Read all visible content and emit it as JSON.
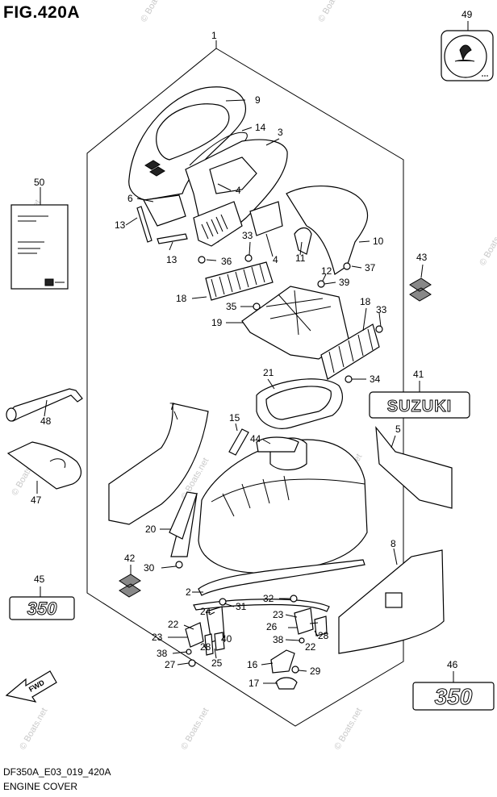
{
  "figure_title": "FIG.420A",
  "footer": {
    "code": "DF350A_E03_019_420A",
    "name": "ENGINE COVER"
  },
  "watermark": "© Boats.net",
  "callouts": {
    "c1": "1",
    "c2": "2",
    "c3": "3",
    "c4a": "4",
    "c4b": "4",
    "c5": "5",
    "c6": "6",
    "c7": "7",
    "c8": "8",
    "c9": "9",
    "c10": "10",
    "c11": "11",
    "c12": "12",
    "c13a": "13",
    "c13b": "13",
    "c14": "14",
    "c15": "15",
    "c16": "16",
    "c17": "17",
    "c18a": "18",
    "c18b": "18",
    "c19": "19",
    "c20": "20",
    "c21": "21",
    "c22a": "22",
    "c22b": "22",
    "c23a": "23",
    "c23b": "23",
    "c24": "24",
    "c25": "25",
    "c26": "26",
    "c27": "27",
    "c28a": "28",
    "c28b": "28",
    "c29": "29",
    "c30": "30",
    "c31": "31",
    "c32": "32",
    "c33a": "33",
    "c33b": "33",
    "c34": "34",
    "c35": "35",
    "c36": "36",
    "c37": "37",
    "c38a": "38",
    "c38b": "38",
    "c39": "39",
    "c40": "40",
    "c41": "41",
    "c42": "42",
    "c43": "43",
    "c44": "44",
    "c45": "45",
    "c46": "46",
    "c47": "47",
    "c48": "48",
    "c49": "49",
    "c50": "50"
  },
  "decals": {
    "suzuki": "SUZUKI",
    "hp_small": "350",
    "hp_large": "350",
    "fwd": "FWD"
  }
}
